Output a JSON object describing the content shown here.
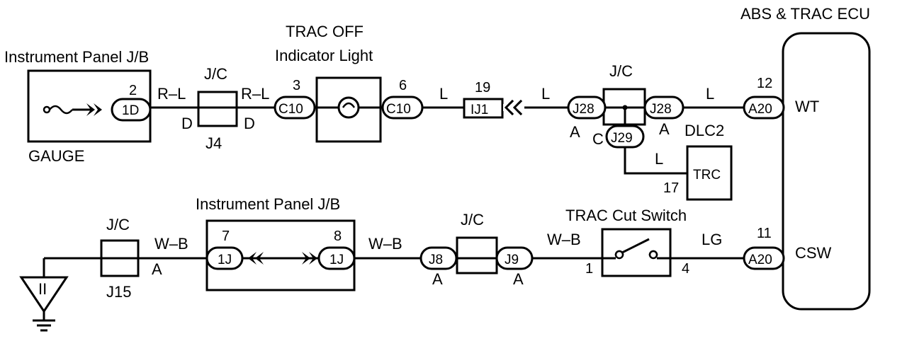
{
  "labels": {
    "abs_ecu": "ABS & TRAC ECU",
    "ecu_wt": "WT",
    "ecu_csw": "CSW",
    "trac_off_1": "TRAC OFF",
    "trac_off_2": "Indicator Light",
    "instrument_jb_top": "Instrument Panel J/B",
    "instrument_jb_bottom": "Instrument Panel J/B",
    "gauge": "GAUGE",
    "dlc2": "DLC2",
    "trc": "TRC",
    "trac_cut_switch": "TRAC Cut Switch"
  },
  "junctions": {
    "jc_j4_title": "J/C",
    "jc_j4_name": "J4",
    "jc_j4_pin_left": "D",
    "jc_j4_pin_right": "D",
    "jc_j28_title": "J/C",
    "jc_j28_pin_left": "A",
    "jc_j28_pin_right": "A",
    "jc_j29_pin": "C",
    "jc_j15_title": "J/C",
    "jc_j15_name": "J15",
    "jc_j15_pin": "A",
    "jc_j8_title": "J/C",
    "jc_j8_pin": "A",
    "jc_j9_pin": "A"
  },
  "connectors": {
    "c_1d": "1D",
    "c_c10_left": "C10",
    "c_c10_right": "C10",
    "c_ij1": "IJ1",
    "c_j28_left": "J28",
    "c_j28_right": "J28",
    "c_j29": "J29",
    "c_a20_top": "A20",
    "c_a20_bottom": "A20",
    "c_1j_left": "1J",
    "c_1j_right": "1J",
    "c_j8": "J8",
    "c_j9": "J9"
  },
  "pins": {
    "p_1d": "2",
    "p_c10_left": "3",
    "p_c10_right": "6",
    "p_ij1": "19",
    "p_a20_top": "12",
    "p_trc": "17",
    "p_a20_bottom": "11",
    "p_1j_left": "7",
    "p_1j_right": "8",
    "p_sw_left": "1",
    "p_sw_right": "4"
  },
  "wires": {
    "w_rl_1": "R–L",
    "w_rl_2": "R–L",
    "w_l_1": "L",
    "w_l_2": "L",
    "w_l_3": "L",
    "w_l_dlc": "L",
    "w_wb_1": "W–B",
    "w_wb_2": "W–B",
    "w_wb_3": "W–B",
    "w_lg": "LG"
  },
  "ground_symbol": "II"
}
